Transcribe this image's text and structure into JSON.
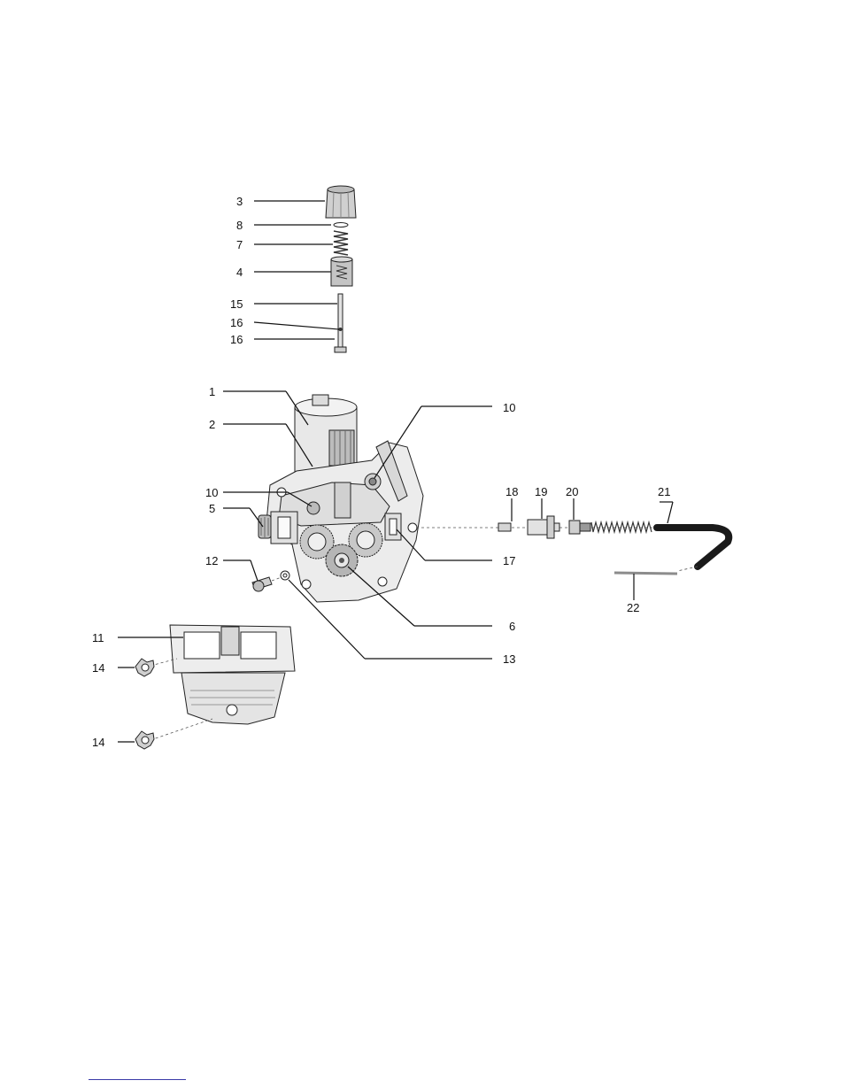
{
  "diagram": {
    "callouts": [
      {
        "id": "c3",
        "label": "3"
      },
      {
        "id": "c8",
        "label": "8"
      },
      {
        "id": "c7",
        "label": "7"
      },
      {
        "id": "c4",
        "label": "4"
      },
      {
        "id": "c15",
        "label": "15"
      },
      {
        "id": "c16a",
        "label": "16"
      },
      {
        "id": "c16b",
        "label": "16"
      },
      {
        "id": "c1",
        "label": "1"
      },
      {
        "id": "c2",
        "label": "2"
      },
      {
        "id": "c10a",
        "label": "10"
      },
      {
        "id": "c10b",
        "label": "10"
      },
      {
        "id": "c5",
        "label": "5"
      },
      {
        "id": "c12",
        "label": "12"
      },
      {
        "id": "c11",
        "label": "11"
      },
      {
        "id": "c14a",
        "label": "14"
      },
      {
        "id": "c14b",
        "label": "14"
      },
      {
        "id": "c17",
        "label": "17"
      },
      {
        "id": "c6",
        "label": "6"
      },
      {
        "id": "c13",
        "label": "13"
      },
      {
        "id": "c18",
        "label": "18"
      },
      {
        "id": "c19",
        "label": "19"
      },
      {
        "id": "c20",
        "label": "20"
      },
      {
        "id": "c21",
        "label": "21"
      },
      {
        "id": "c22",
        "label": "22"
      }
    ],
    "colors": {
      "line": "#111111",
      "part_fill": "#e6e6e6",
      "part_dark": "#9a9a9a",
      "hose": "#1a1a1a",
      "wire": "#8c8c8c",
      "footer_rule": "#3a3aa8"
    }
  }
}
